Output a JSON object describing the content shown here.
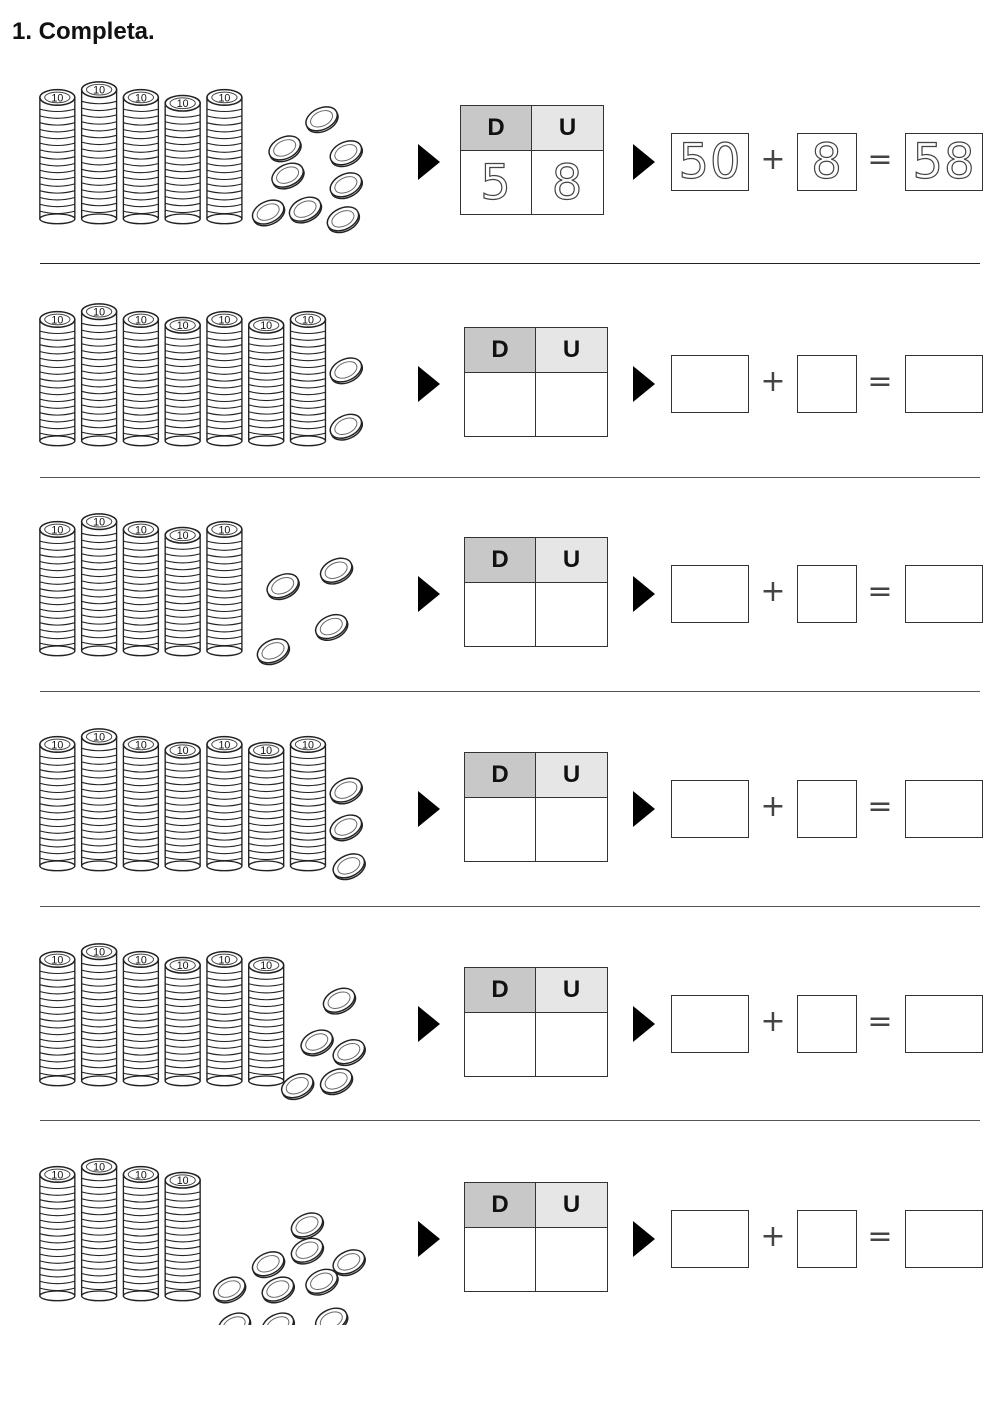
{
  "title": "1. Completa.",
  "coin_label": "10",
  "table_headers": {
    "d": "D",
    "u": "U"
  },
  "operators": {
    "plus": "+",
    "equals": "="
  },
  "rows": [
    {
      "stacks": 5,
      "loose": 8,
      "answers": {
        "d": "5",
        "u": "8",
        "tens": "50",
        "units": "8",
        "total": "58"
      }
    },
    {
      "stacks": 7,
      "loose": 2,
      "answers": {
        "d": "",
        "u": "",
        "tens": "",
        "units": "",
        "total": ""
      }
    },
    {
      "stacks": 5,
      "loose": 4,
      "answers": {
        "d": "",
        "u": "",
        "tens": "",
        "units": "",
        "total": ""
      }
    },
    {
      "stacks": 7,
      "loose": 3,
      "answers": {
        "d": "",
        "u": "",
        "tens": "",
        "units": "",
        "total": ""
      }
    },
    {
      "stacks": 6,
      "loose": 5,
      "answers": {
        "d": "",
        "u": "",
        "tens": "",
        "units": "",
        "total": ""
      }
    },
    {
      "stacks": 4,
      "loose": 10,
      "answers": {
        "d": "",
        "u": "",
        "tens": "",
        "units": "",
        "total": ""
      }
    }
  ]
}
